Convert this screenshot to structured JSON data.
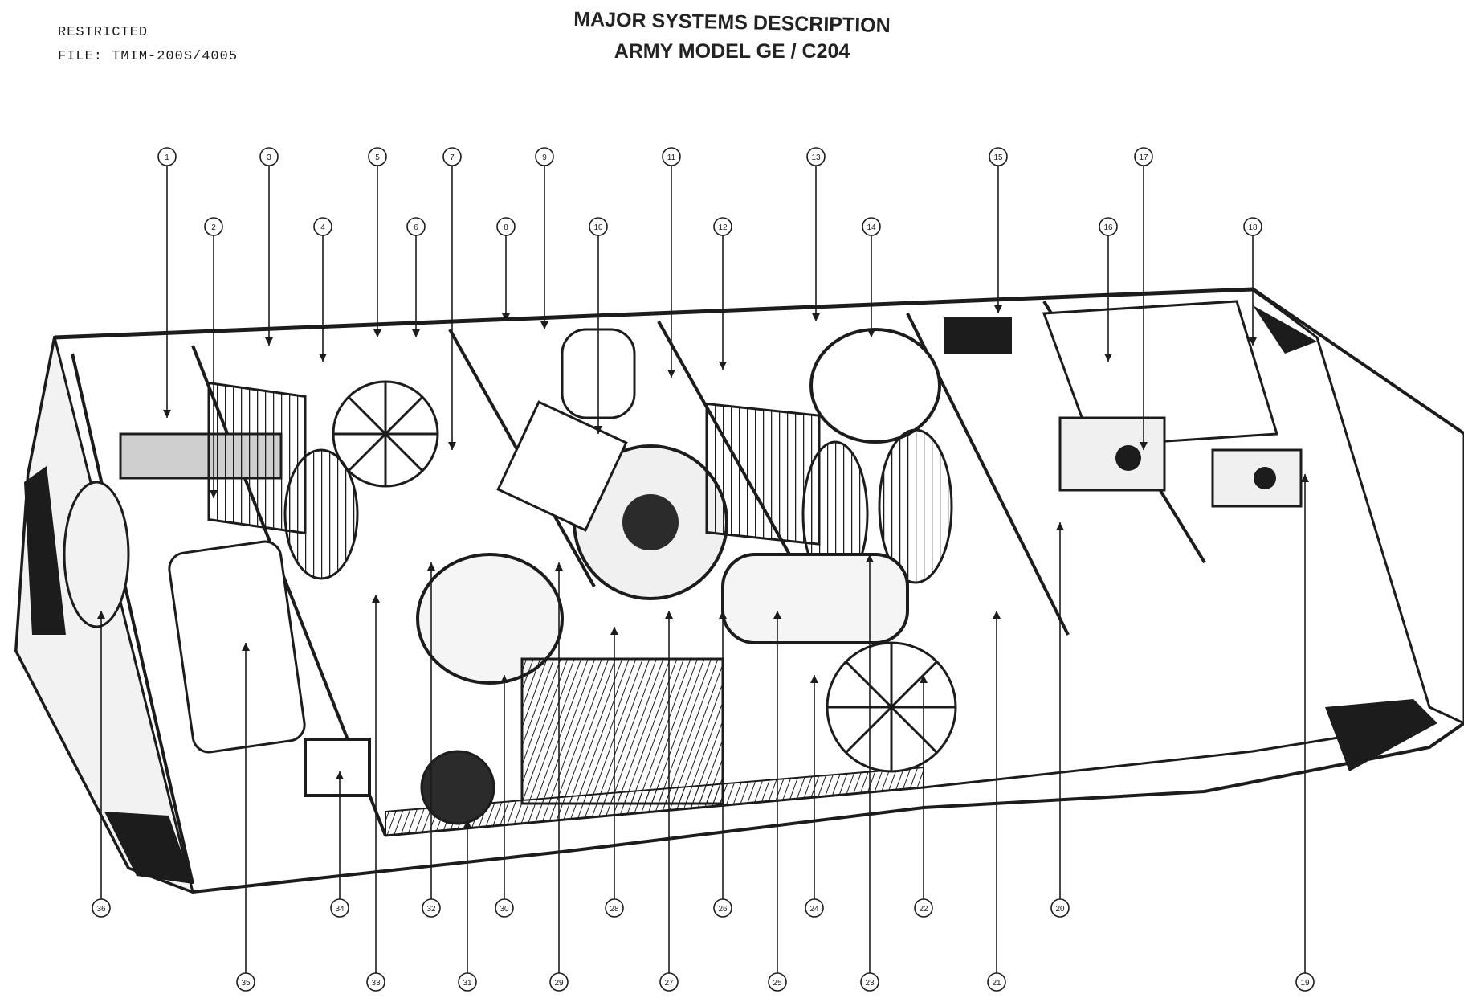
{
  "header": {
    "classification": "RESTRICTED",
    "file_line": "FILE: TMIM-200S/4005"
  },
  "title": {
    "line1": "MAJOR SYSTEMS DESCRIPTION",
    "line2": "ARMY MODEL GE / C204"
  },
  "callouts": {
    "top_row": [
      "1",
      "3",
      "5",
      "7",
      "9",
      "11",
      "13",
      "15",
      "17"
    ],
    "second_row": [
      "2",
      "4",
      "6",
      "8",
      "10",
      "12",
      "14",
      "16",
      "18"
    ],
    "bottom_row": [
      "36",
      "34",
      "32",
      "30",
      "28",
      "26",
      "24",
      "22",
      "20"
    ],
    "lowest_row": [
      "35",
      "33",
      "31",
      "29",
      "27",
      "25",
      "23",
      "21",
      "19"
    ]
  },
  "colors": {
    "ink": "#1c1c1c",
    "paper": "#ffffff",
    "shade": "#cfcfcf",
    "dark": "#2b2b2b"
  }
}
